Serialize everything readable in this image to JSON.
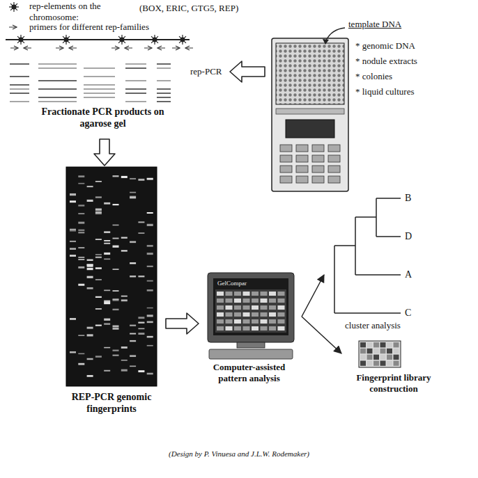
{
  "diagram": {
    "caption": "(Design by P. Vinuesa and J.L.W. Rodemaker)",
    "nodes": [
      {
        "text": [
          "template DNA",
          "* genomic DNA",
          "* nodule extracts",
          "* colonies",
          "* liquid cultures"
        ]
      },
      {
        "text": [
          "rep-PCR",
          "Fractionate PCR products on agarose gel"
        ]
      },
      {
        "text": [
          "REP-PCR genomic fingerprints"
        ]
      },
      {
        "text": [
          "Computer-assisted pattern analysis"
        ]
      },
      {
        "text": [
          "cluster analysis"
        ]
      },
      {
        "text": [
          "Fingerprint library construction"
        ]
      }
    ],
    "edges": [
      {
        "from": 0,
        "to": 1,
        "arrow": "to"
      },
      {
        "from": 1,
        "to": 2,
        "arrow": "to"
      },
      {
        "from": 2,
        "to": 3,
        "arrow": "to"
      },
      {
        "from": 3,
        "to": 4,
        "arrow": "to"
      },
      {
        "from": 3,
        "to": 5,
        "arrow": "to"
      }
    ],
    "labels": [
      "(BOX, ERIC, GTG5, REP)",
      "B",
      "D",
      "A",
      "C",
      "GelCompar"
    ],
    "legend": [
      {
        "text": "rep-elements on the chromosome:"
      },
      {
        "text": "primers for different rep-families"
      }
    ]
  }
}
